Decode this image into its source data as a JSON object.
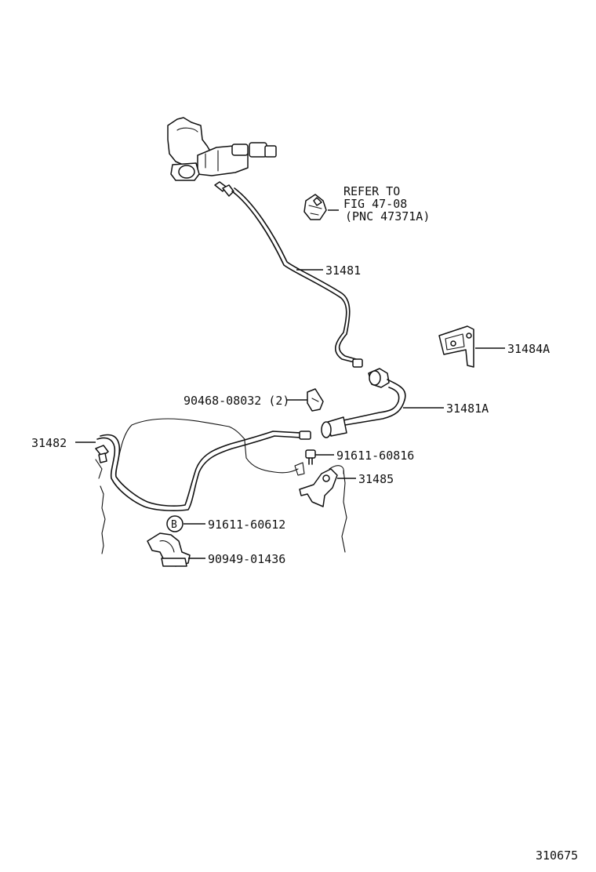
{
  "diagram": {
    "refer_note": {
      "line1": "REFER TO",
      "line2": "FIG 47-08",
      "line3": "(PNC 47371A)"
    },
    "callouts": {
      "p31481": "31481",
      "p31484A": "31484A",
      "p31481A": "31481A",
      "p90468": "90468-08032 (2)",
      "p31482": "31482",
      "p91611_60816": "91611-60816",
      "p31485": "31485",
      "badge_letter": "B",
      "p91611_60612": "91611-60612",
      "p90949": "90949-01436"
    },
    "figure_number": "310675"
  }
}
